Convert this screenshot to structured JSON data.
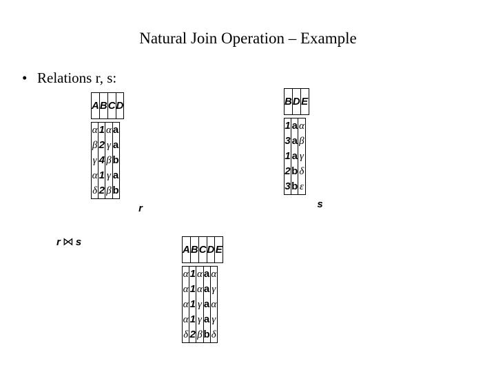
{
  "slide": {
    "title": "Natural Join Operation – Example",
    "bullet_marker": "•",
    "bullet_text": "Relations r, s:"
  },
  "join_expression": {
    "left_relation": "r",
    "operator": "⋈",
    "right_relation": "s"
  },
  "tables": {
    "r": {
      "caption": "r",
      "columns": [
        "A",
        "B",
        "C",
        "D"
      ],
      "rows": [
        [
          "α",
          "1",
          "α",
          "a"
        ],
        [
          "β",
          "2",
          "γ",
          "a"
        ],
        [
          "γ",
          "4",
          "β",
          "b"
        ],
        [
          "α",
          "1",
          "γ",
          "a"
        ],
        [
          "δ",
          "2",
          "β",
          "b"
        ]
      ]
    },
    "s": {
      "caption": "s",
      "columns": [
        "B",
        "D",
        "E"
      ],
      "rows": [
        [
          "1",
          "a",
          "α"
        ],
        [
          "3",
          "a",
          "β"
        ],
        [
          "1",
          "a",
          "γ"
        ],
        [
          "2",
          "b",
          "δ"
        ],
        [
          "3",
          "b",
          "ε"
        ]
      ]
    },
    "result": {
      "caption": "",
      "columns": [
        "A",
        "B",
        "C",
        "D",
        "E"
      ],
      "rows": [
        [
          "α",
          "1",
          "α",
          "a",
          "α"
        ],
        [
          "α",
          "1",
          "α",
          "a",
          "γ"
        ],
        [
          "α",
          "1",
          "γ",
          "a",
          "α"
        ],
        [
          "α",
          "1",
          "γ",
          "a",
          "γ"
        ],
        [
          "δ",
          "2",
          "β",
          "b",
          "δ"
        ]
      ]
    }
  },
  "colors": {
    "background": "#ffffff",
    "text": "#000000",
    "border": "#000000"
  }
}
